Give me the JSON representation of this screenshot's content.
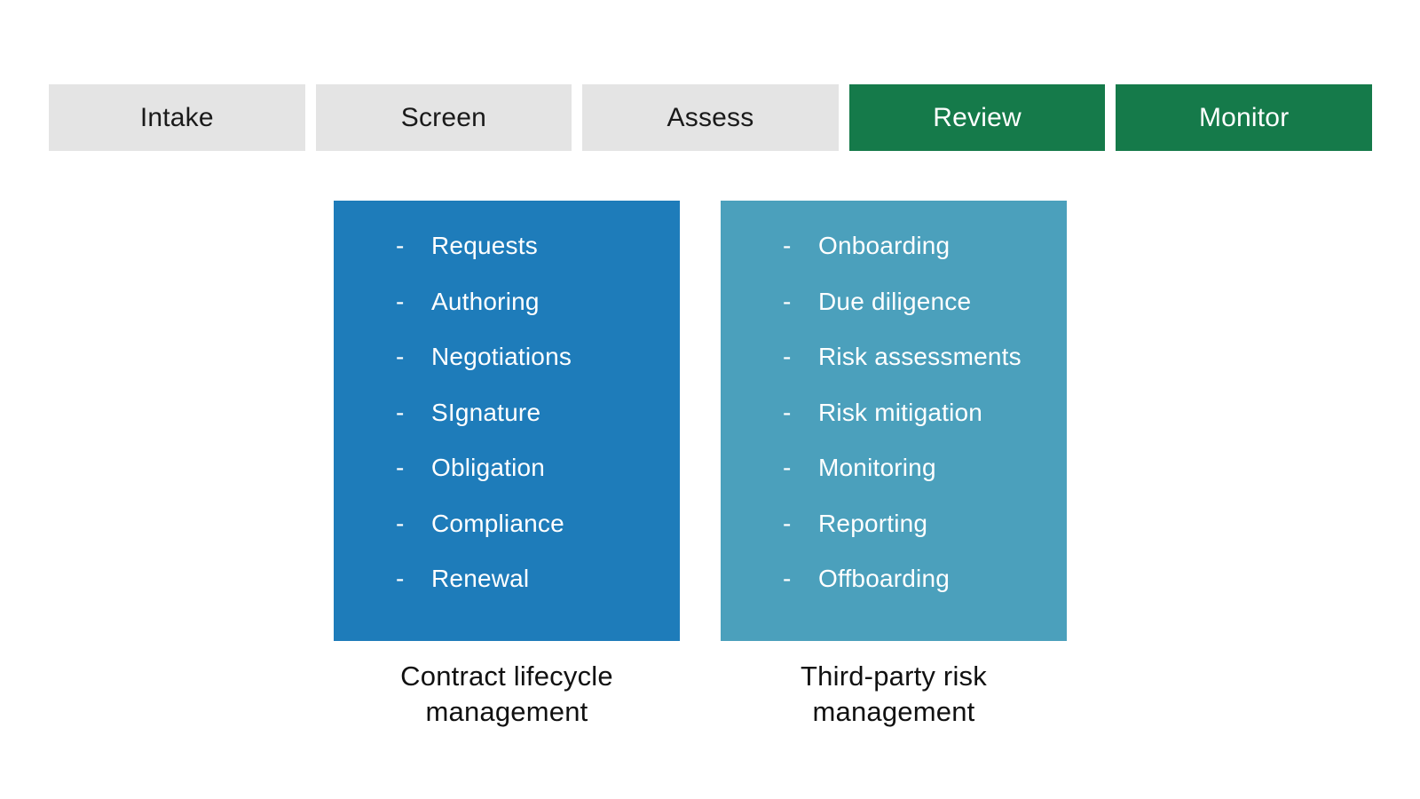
{
  "colors": {
    "stage_inactive_bg": "#e4e4e4",
    "stage_inactive_text": "#1a1a1a",
    "stage_active_bg": "#157a4a",
    "stage_active_text": "#ffffff",
    "clm_bg": "#1e7cba",
    "tprm_bg": "#4ba0bc",
    "list_text": "#ffffff",
    "caption_text": "#111111"
  },
  "stages": [
    {
      "label": "Intake",
      "state": "inactive"
    },
    {
      "label": "Screen",
      "state": "inactive"
    },
    {
      "label": "Assess",
      "state": "inactive"
    },
    {
      "label": "Review",
      "state": "active"
    },
    {
      "label": "Monitor",
      "state": "active"
    }
  ],
  "panels": [
    {
      "id": "contract-lifecycle-management",
      "bullet": "-",
      "items": [
        "Requests",
        "Authoring",
        "Negotiations",
        "SIgnature",
        "Obligation",
        "Compliance",
        "Renewal"
      ],
      "caption": "Contract lifecycle management"
    },
    {
      "id": "third-party-risk-management",
      "bullet": "-",
      "items": [
        "Onboarding",
        "Due diligence",
        "Risk assessments",
        "Risk mitigation",
        "Monitoring",
        "Reporting",
        "Offboarding"
      ],
      "caption": "Third-party risk management"
    }
  ]
}
